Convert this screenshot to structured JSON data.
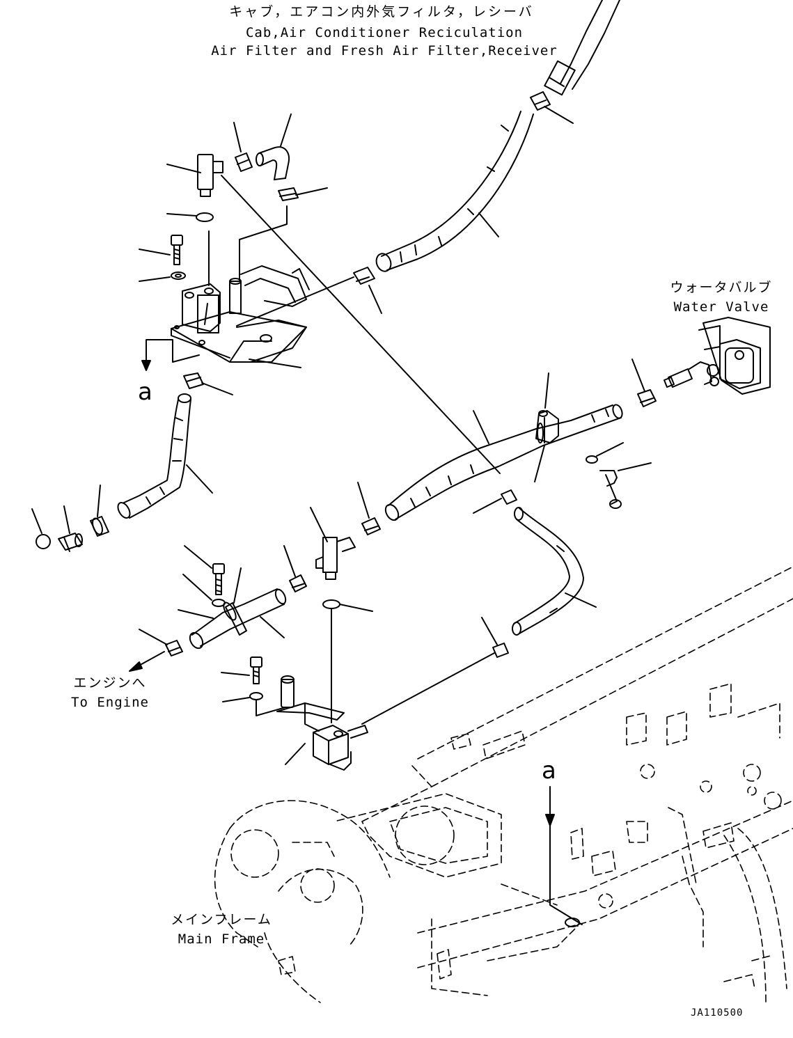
{
  "top_label": {
    "jp": "キャブ，エアコン内外気フィルタ，レシーバ",
    "en_line1": "Cab,Air Conditioner Reciculation",
    "en_line2": "Air Filter and Fresh Air Filter,Receiver"
  },
  "water_valve": {
    "jp": "ウォータバルブ",
    "en": "Water Valve"
  },
  "to_engine": {
    "jp": "エンジンへ",
    "en": "To Engine"
  },
  "main_frame": {
    "jp": "メインフレーム",
    "en": "Main Frame"
  },
  "view_marker": "a",
  "drawing_code": "JA110500"
}
